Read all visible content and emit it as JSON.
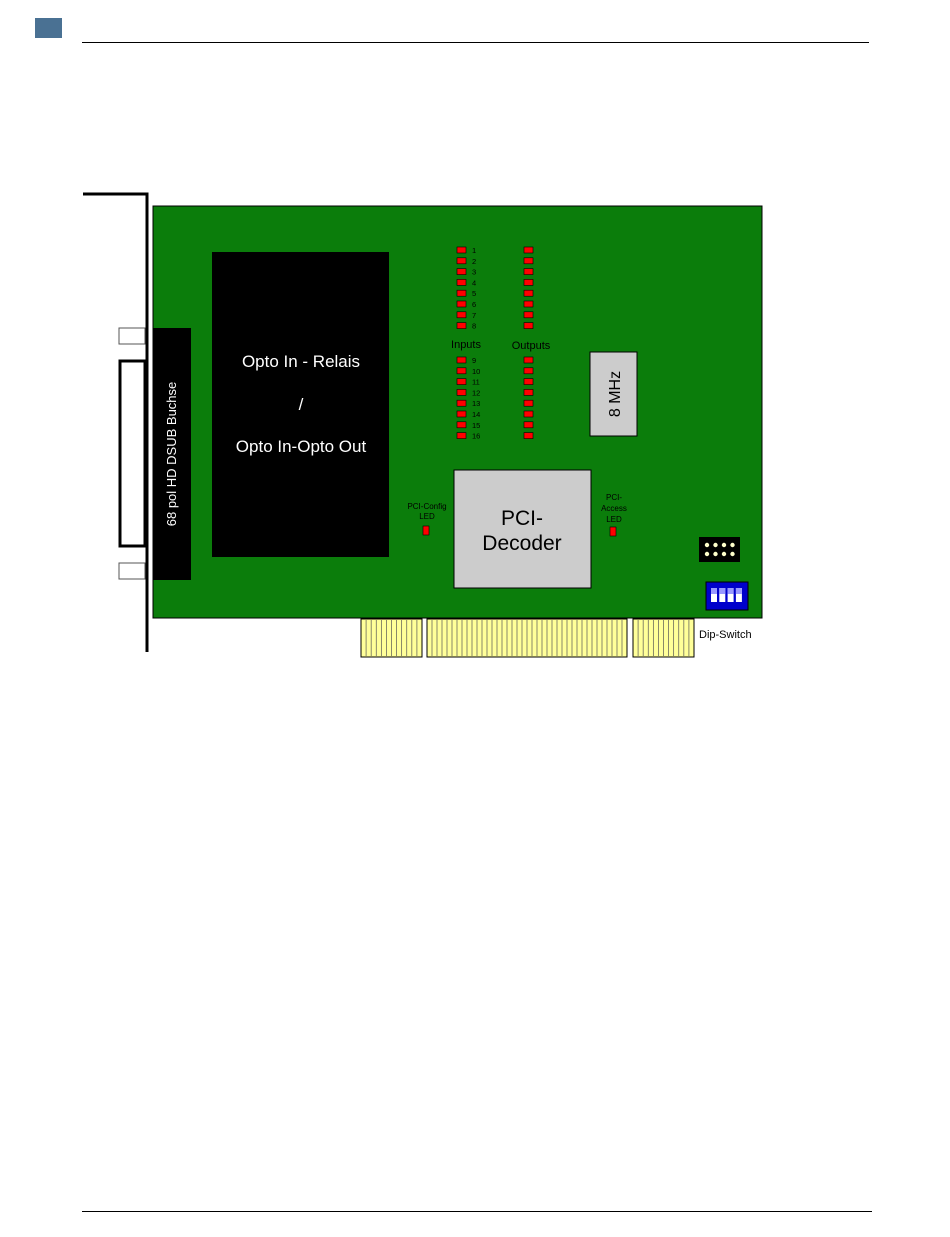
{
  "colors": {
    "page_tab": "#4a7193",
    "pcb": "#0b7d0b",
    "chip": "#000000",
    "ic_gray": "#cccccc",
    "led": "#ff0000",
    "edge_contacts": "#ffff99",
    "dip_switch": "#0000cc",
    "bracket": "#000000"
  },
  "board": {
    "relay_block_lines": [
      "Opto In - Relais",
      "/",
      "Opto In-Opto Out"
    ],
    "connector_label": "68 pol HD DSUB Buchse",
    "crystal_label": "8 MHz",
    "decoder_lines": [
      "PCI-",
      "Decoder"
    ],
    "inputs_label": "Inputs",
    "outputs_label": "Outputs",
    "input_numbers_top": [
      "1",
      "2",
      "3",
      "4",
      "5",
      "6",
      "7",
      "8"
    ],
    "input_numbers_bottom": [
      "9",
      "10",
      "11",
      "12",
      "13",
      "14",
      "15",
      "16"
    ],
    "pci_config_led_lines": [
      "PCI-Config",
      "LED"
    ],
    "pci_access_led_lines": [
      "PCI-",
      "Access",
      "LED"
    ],
    "dip_switch_label": "Dip-Switch",
    "edge_contacts": {
      "left_count": 12,
      "middle_count": 40,
      "right_count": 12
    }
  }
}
